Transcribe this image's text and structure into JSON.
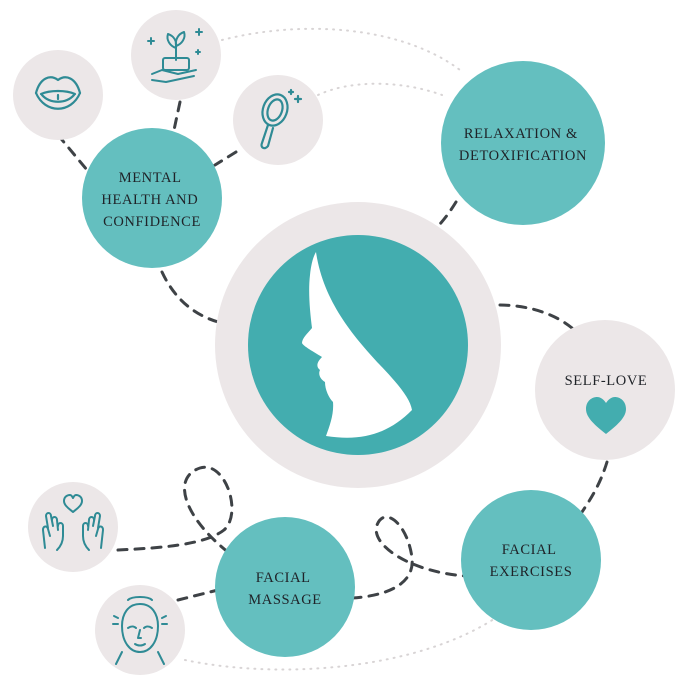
{
  "colors": {
    "teal": "#64BFBF",
    "teal_dark": "#43ADAF",
    "ring": "#ECE7E8",
    "line": "#3E4246",
    "dotted": "#D8D4D5",
    "icon": "#2F8B95",
    "heart": "#43ADAF"
  },
  "center": {
    "icon": "face-profile-icon"
  },
  "topics": [
    {
      "id": "mental",
      "lines": [
        "MENTAL",
        "HEALTH AND",
        "CONFIDENCE"
      ]
    },
    {
      "id": "relax",
      "lines": [
        "RELAXATION &",
        "DETOXIFICATION"
      ]
    },
    {
      "id": "selflove",
      "lines": [
        "SELF-LOVE"
      ],
      "icon": "heart-icon"
    },
    {
      "id": "exercises",
      "lines": [
        "FACIAL",
        "EXERCISES"
      ]
    },
    {
      "id": "massage",
      "lines": [
        "FACIAL",
        "MASSAGE"
      ]
    }
  ],
  "icon_circles": [
    {
      "id": "lips",
      "icon": "lips-icon"
    },
    {
      "id": "plant",
      "icon": "plant-in-hand-icon"
    },
    {
      "id": "mirror",
      "icon": "hand-mirror-icon"
    },
    {
      "id": "hands",
      "icon": "hands-heart-icon"
    },
    {
      "id": "face",
      "icon": "face-massage-icon"
    }
  ]
}
